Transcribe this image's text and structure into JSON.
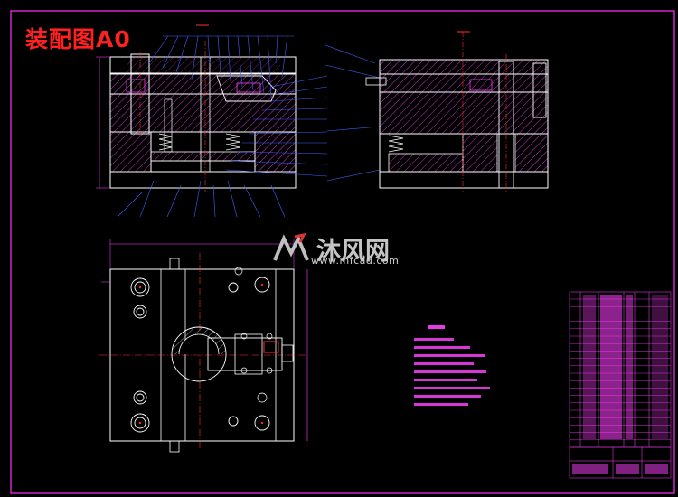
{
  "title": "装配图A0",
  "watermark": {
    "brand": "沐风网",
    "url": "www.mfcad.com"
  },
  "colors": {
    "frame": "#ff30ff",
    "outline": "#ffffff",
    "hatch": "#ff40ff",
    "leader": "#4060ff",
    "dimension": "#ff40ff",
    "center": "#ff3030",
    "title_text": "#ff2020",
    "notes": "#ff40ff"
  }
}
